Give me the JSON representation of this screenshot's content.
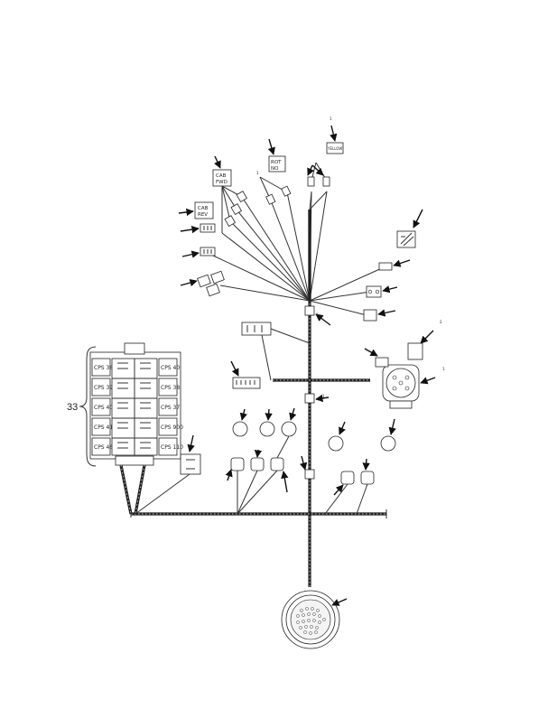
{
  "labels": {
    "callout": "33",
    "cab_fwd_1": "CAB",
    "cab_fwd_2": "FWD",
    "cab_rev_1": "CAB",
    "cab_rev_2": "REV",
    "rot_1": "ROT",
    "rot_2": "NO",
    "yellow": "YELLOW"
  },
  "fuse_panel": {
    "left": [
      "CPS 36",
      "CPS 39",
      "CPS 40",
      "CPS 41",
      "CPS 46"
    ],
    "right": [
      "CPS 40",
      "CPS 38",
      "CPS 37",
      "CPS 900",
      "CPS 110"
    ]
  }
}
